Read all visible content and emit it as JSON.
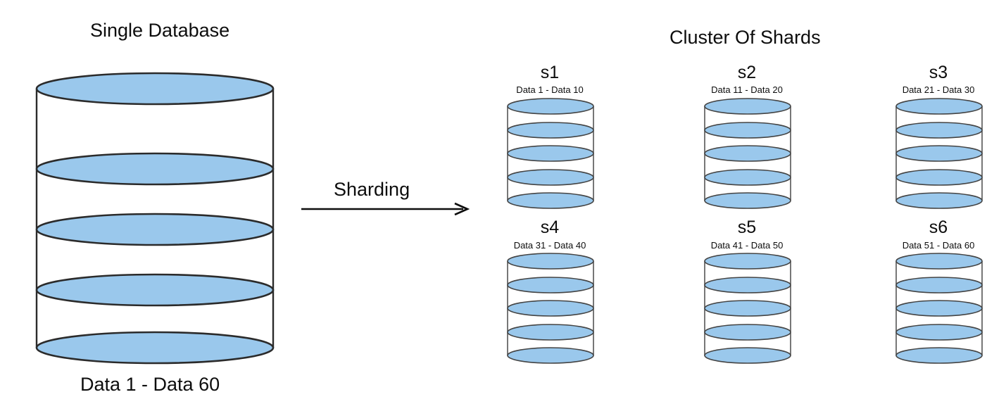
{
  "diagram": {
    "type": "database-sharding-illustration",
    "background_color": "#ffffff",
    "disc_fill_color": "#9AC8EC",
    "disc_stroke_color": "#2b2b2b",
    "text_color": "#0d0d0d"
  },
  "left": {
    "title": "Single Database",
    "caption": "Data 1 - Data 60",
    "disc_count": 5
  },
  "transform": {
    "label": "Sharding",
    "arrow_icon": "right-arrow-icon"
  },
  "right": {
    "title": "Cluster Of Shards",
    "shards": [
      {
        "name": "s1",
        "range": "Data 1 - Data 10",
        "disc_count": 5
      },
      {
        "name": "s2",
        "range": "Data 11 - Data 20",
        "disc_count": 5
      },
      {
        "name": "s3",
        "range": "Data 21 - Data 30",
        "disc_count": 5
      },
      {
        "name": "s4",
        "range": "Data 31 - Data 40",
        "disc_count": 5
      },
      {
        "name": "s5",
        "range": "Data 41 - Data 50",
        "disc_count": 5
      },
      {
        "name": "s6",
        "range": "Data 51 - Data 60",
        "disc_count": 5
      }
    ]
  }
}
